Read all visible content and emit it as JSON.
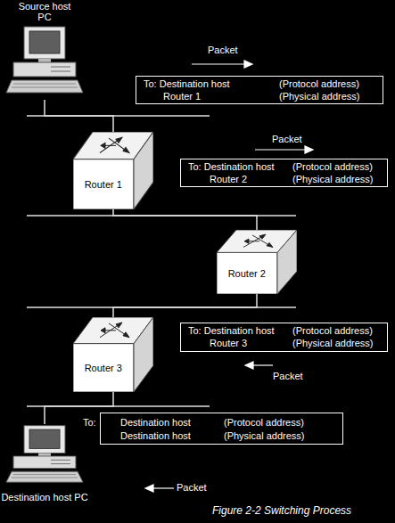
{
  "diagram": {
    "caption": "Figure 2-2 Switching Process",
    "nodes": [
      {
        "text": [
          "Source host PC"
        ]
      },
      {
        "text": [
          "To: Destination host",
          "(Protocol address)",
          "Router 1",
          "(Physical address)"
        ]
      },
      {
        "text": [
          "Router 1"
        ]
      },
      {
        "text": [
          "To: Destination host",
          "(Protocol address)",
          "Router 2",
          "(Physical address)"
        ]
      },
      {
        "text": [
          "Router 2"
        ]
      },
      {
        "text": [
          "Router 3"
        ]
      },
      {
        "text": [
          "To: Destination host",
          "(Protocol address)",
          "Router 3",
          "(Physical address)"
        ]
      },
      {
        "text": [
          "To:",
          "Destination host",
          "(Protocol address)",
          "Destination host",
          "(Physical address)"
        ]
      },
      {
        "text": [
          "Destination host PC"
        ]
      }
    ],
    "edges": [
      {
        "from": 0,
        "to": 2,
        "arrow": "none"
      },
      {
        "from": 2,
        "to": 4,
        "arrow": "none"
      },
      {
        "from": 4,
        "to": 5,
        "arrow": "none"
      },
      {
        "from": 5,
        "to": 8,
        "arrow": "none"
      }
    ],
    "labels": [
      "Packet",
      "Packet",
      "Packet",
      "Packet"
    ]
  }
}
